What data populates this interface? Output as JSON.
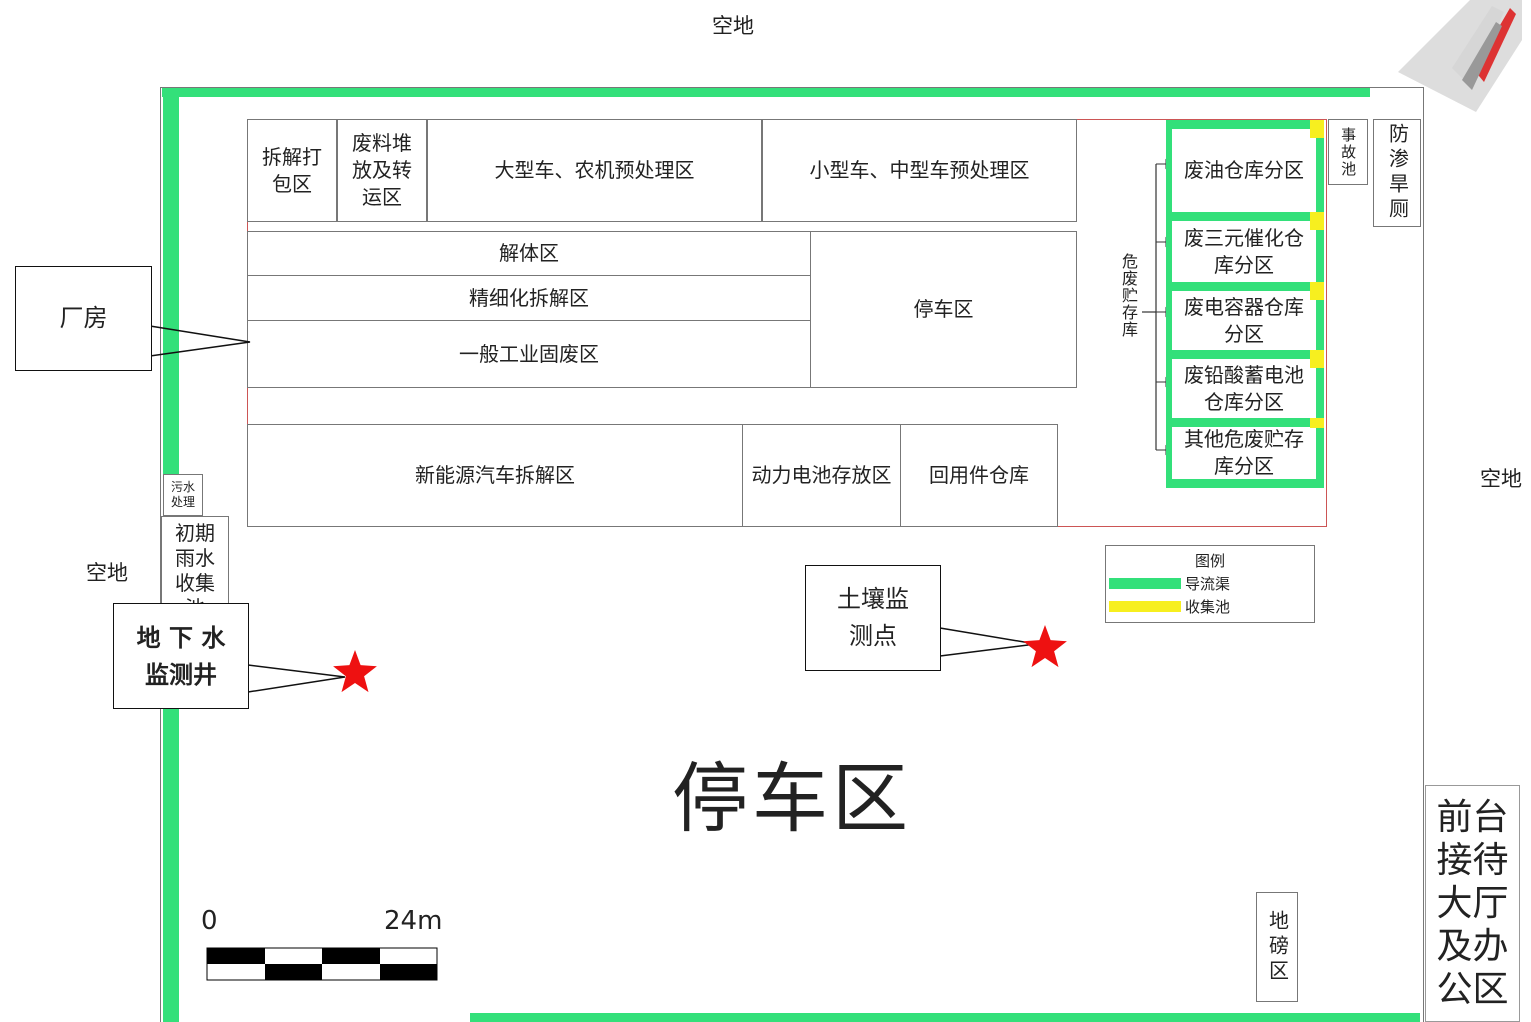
{
  "top_label": "空地",
  "left_label": "空地",
  "right_label": "空地",
  "building_callout": "厂房",
  "cells": {
    "dismantle_pack": "拆解打包区",
    "waste_stack": "废料堆放及转运区",
    "large_vehicle": "大型车、农机预处理区",
    "small_vehicle": "小型车、中型车预处理区",
    "disassembly": "解体区",
    "fine_dismantle": "精细化拆解区",
    "general_waste": "一般工业固废区",
    "inner_parking": "停车区",
    "nev_dismantle": "新能源汽车拆解区",
    "battery_store": "动力电池存放区",
    "reuse_parts": "回用件仓库"
  },
  "hazard": {
    "label": "危废贮存库",
    "items": [
      "废油仓库分区",
      "废三元催化仓库分区",
      "废电容器仓库分区",
      "废铅酸蓄电池仓库分区",
      "其他危废贮存库分区"
    ]
  },
  "accident_pool": "事故池",
  "seepage_toilet": "防渗旱厕",
  "sewage": "污水处理",
  "rainwater": "初期雨水收集池",
  "groundwater_callout": "地 下 水 监测井",
  "soil_callout": "土壤监测点",
  "legend": {
    "title": "图例",
    "items": [
      {
        "label": "导流渠",
        "color": "#33e07a"
      },
      {
        "label": "收集池",
        "color": "#f7ef1f"
      }
    ]
  },
  "main_parking": "停车区",
  "scale": {
    "start": "0",
    "end": "24m"
  },
  "weighbridge": "地磅区",
  "office": "前台接待大厅及办公区",
  "colors": {
    "channel": "#33e07a",
    "pool": "#f7ef1f",
    "marker": "#ee1111"
  }
}
